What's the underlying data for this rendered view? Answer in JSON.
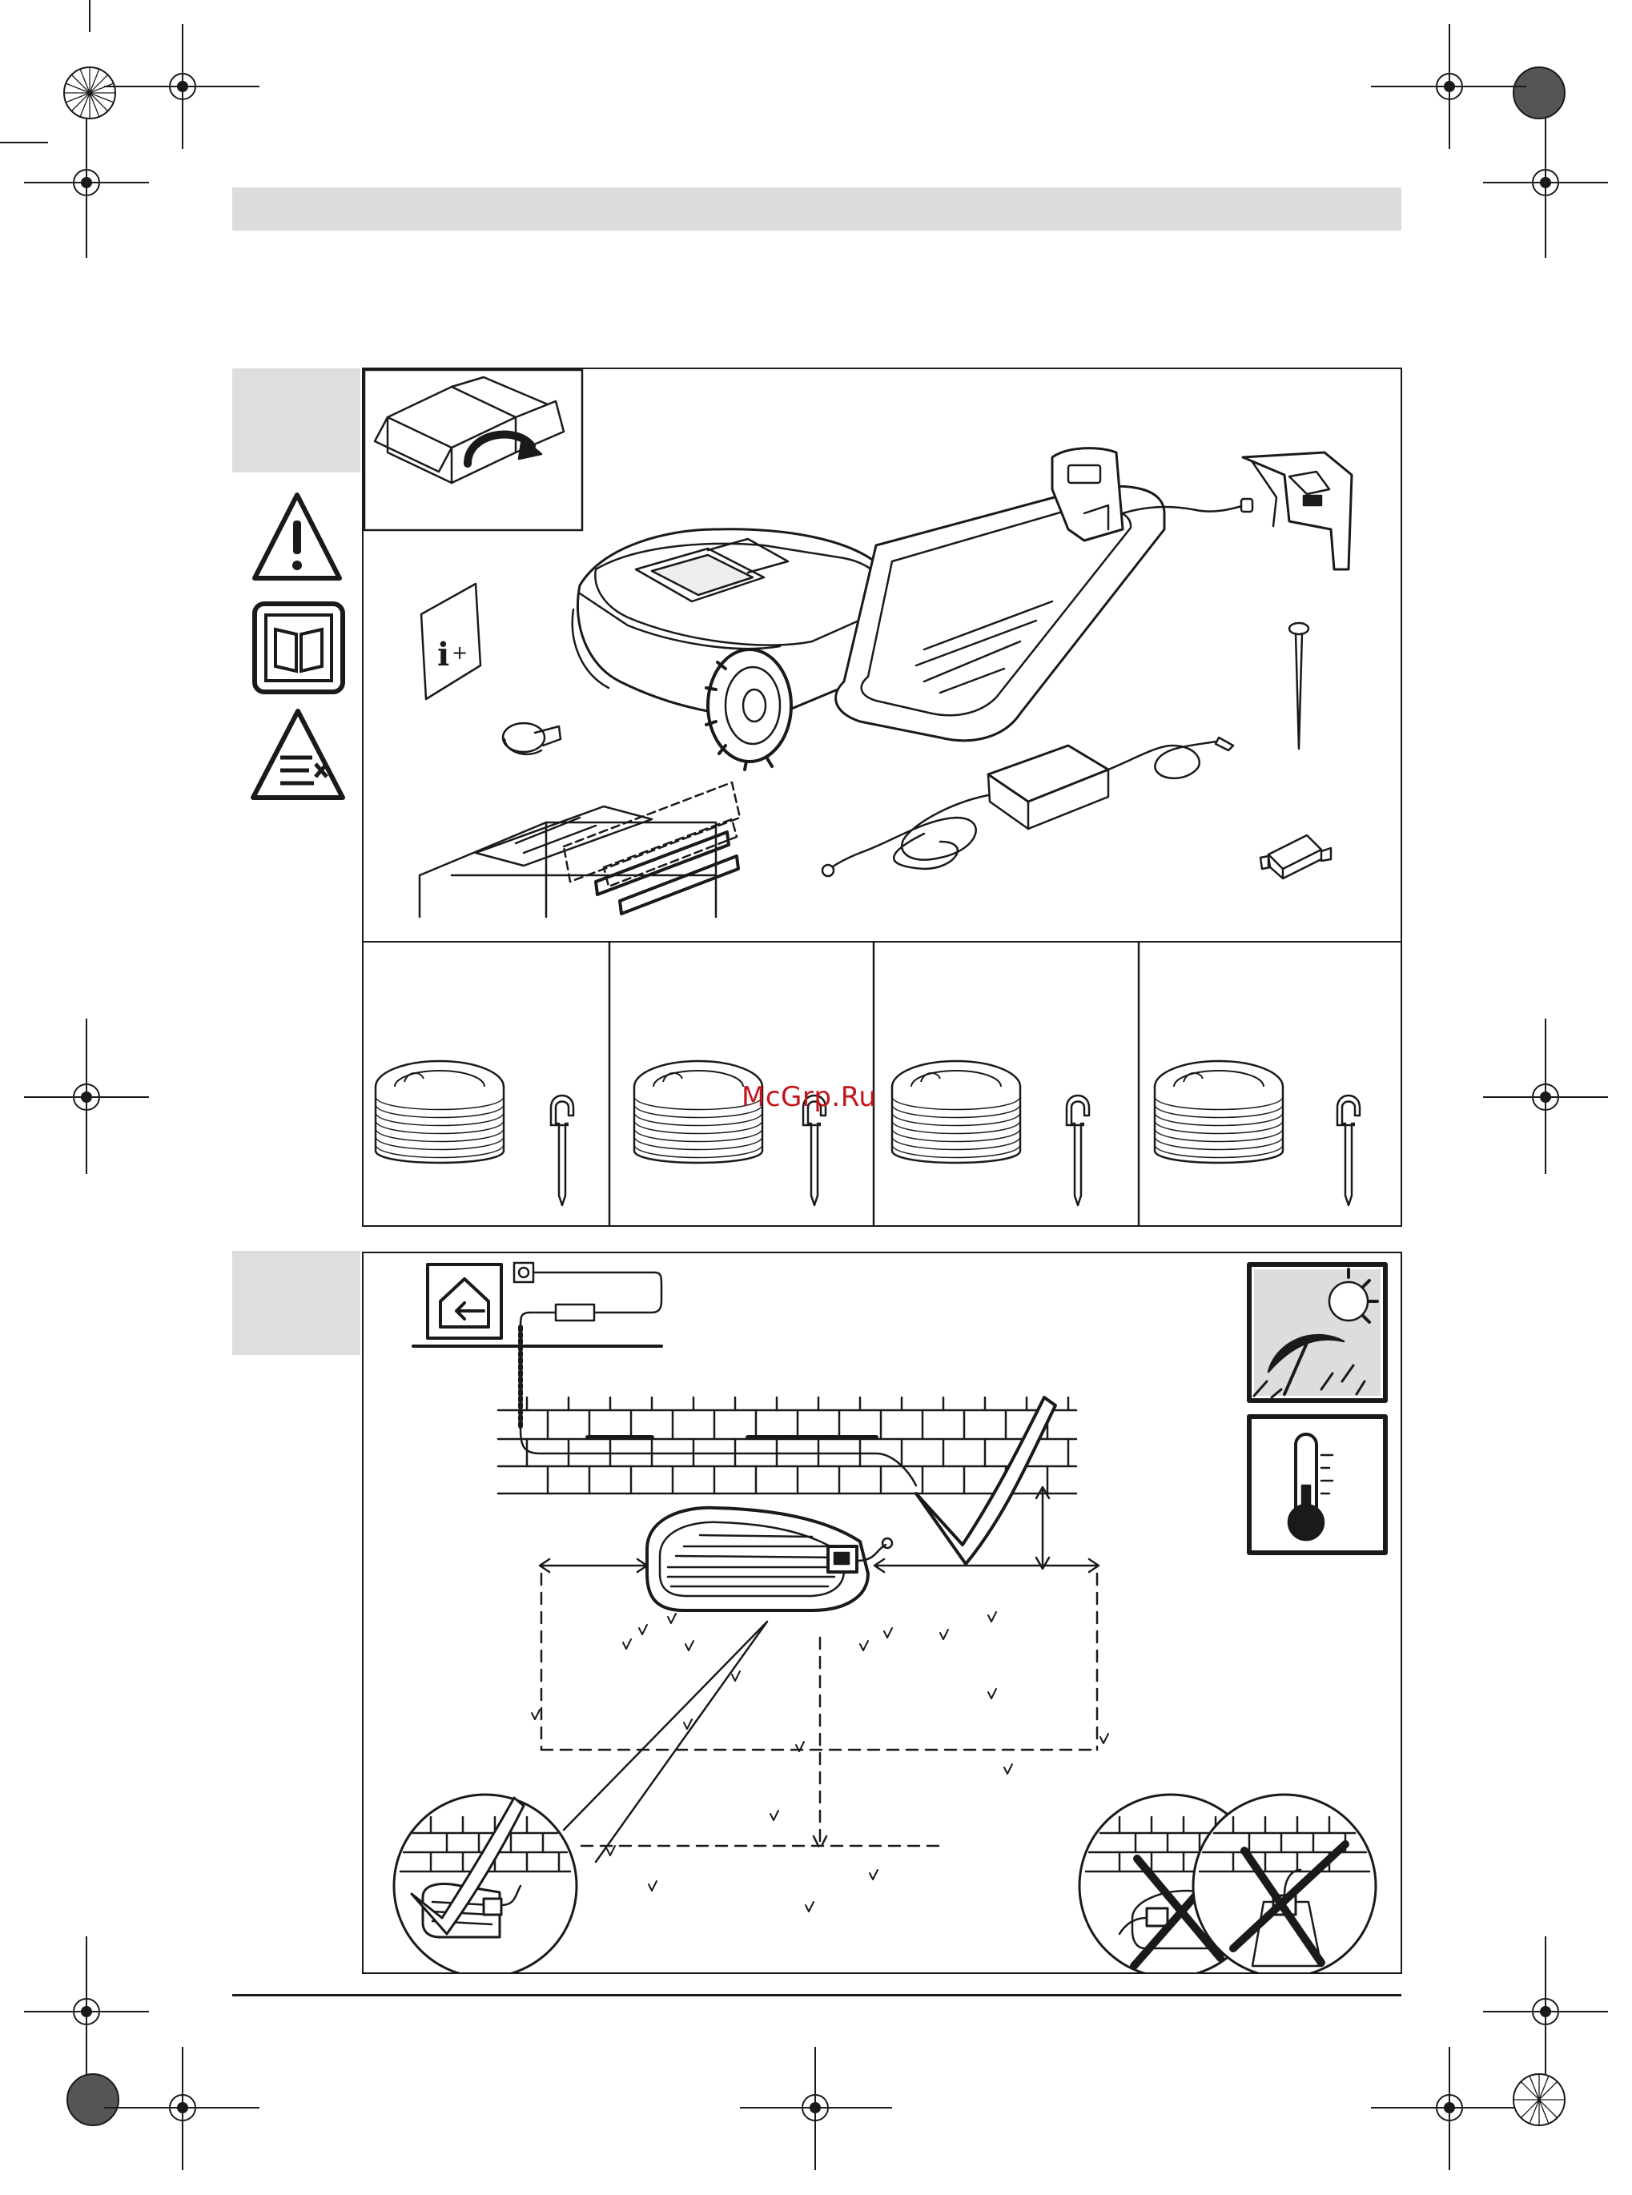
{
  "page": {
    "header_bar": "",
    "watermark": "McGrp.Ru"
  },
  "figure_1": {
    "side_icons": [
      "warning-triangle-icon",
      "read-manual-icon",
      "dispose-hazard-icon"
    ],
    "parts": [
      "open-box-icon",
      "lawn-mower-robot",
      "docking-station",
      "charging-cover",
      "info-booklet",
      "key-plug",
      "labels-card",
      "power-supply-unit",
      "peg",
      "cable-connector"
    ],
    "variants": [
      {
        "items": [
          "wire-spool",
          "wire-peg"
        ]
      },
      {
        "items": [
          "wire-spool",
          "wire-peg"
        ]
      },
      {
        "items": [
          "wire-spool",
          "wire-peg"
        ]
      },
      {
        "items": [
          "wire-spool",
          "wire-peg"
        ]
      }
    ]
  },
  "figure_2": {
    "icons": [
      "house-power-icon",
      "sun-rain-umbrella-icon",
      "thermometer-icon"
    ],
    "insets": [
      {
        "verdict": "correct"
      },
      {
        "verdict": "wrong"
      },
      {
        "verdict": "wrong"
      }
    ]
  },
  "colors": {
    "line": "#1a1a1a",
    "tab_gray": "#dedede",
    "header_gray": "#dcdcdc",
    "watermark": "#c2161b"
  }
}
